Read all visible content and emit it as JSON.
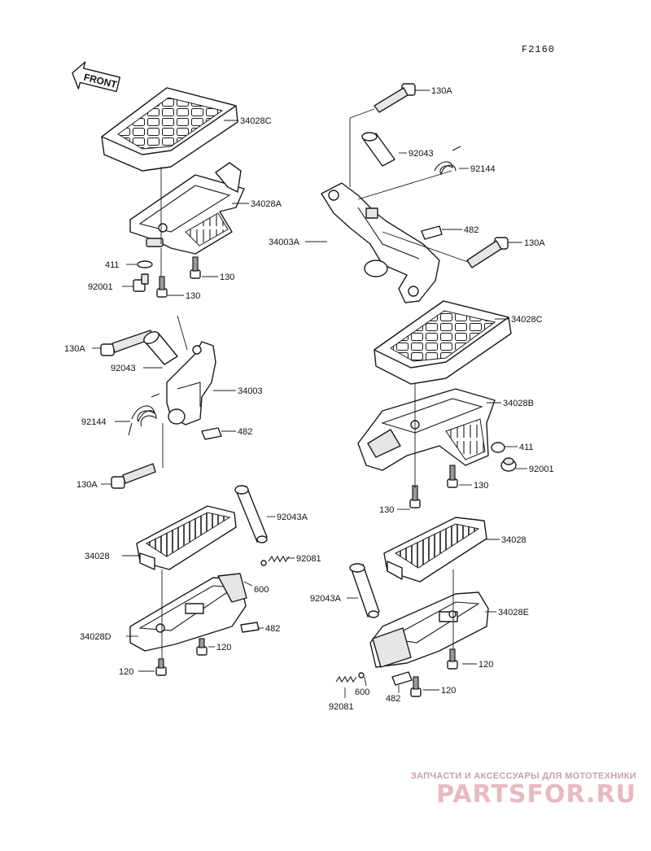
{
  "diagram_code": "F2160",
  "front_label": "FRONT",
  "callouts": {
    "c1": "34028C",
    "c2": "34028A",
    "c3": "411",
    "c4": "130",
    "c5": "92001",
    "c6": "130",
    "c7": "130A",
    "c8": "92043",
    "c9": "92144",
    "c10": "34003",
    "c11": "482",
    "c12": "130A",
    "c13": "92043A",
    "c14": "34028",
    "c15": "92081",
    "c16": "600",
    "c17": "34028D",
    "c18": "482",
    "c19": "120",
    "c20": "120",
    "c21": "130A",
    "c22": "92043",
    "c23": "92144",
    "c24": "482",
    "c25": "34003A",
    "c26": "130A",
    "c27": "34028C",
    "c28": "34028B",
    "c29": "411",
    "c30": "92001",
    "c31": "130",
    "c32": "130",
    "c33": "34028",
    "c34": "92043A",
    "c35": "34028E",
    "c36": "120",
    "c37": "600",
    "c38": "120",
    "c39": "482",
    "c40": "92081"
  },
  "watermark": {
    "tagline": "ЗАПЧАСТИ И АКСЕССУАРЫ ДЛЯ МОТОТЕХНИКИ",
    "brand": "PARTSFOR.RU"
  }
}
